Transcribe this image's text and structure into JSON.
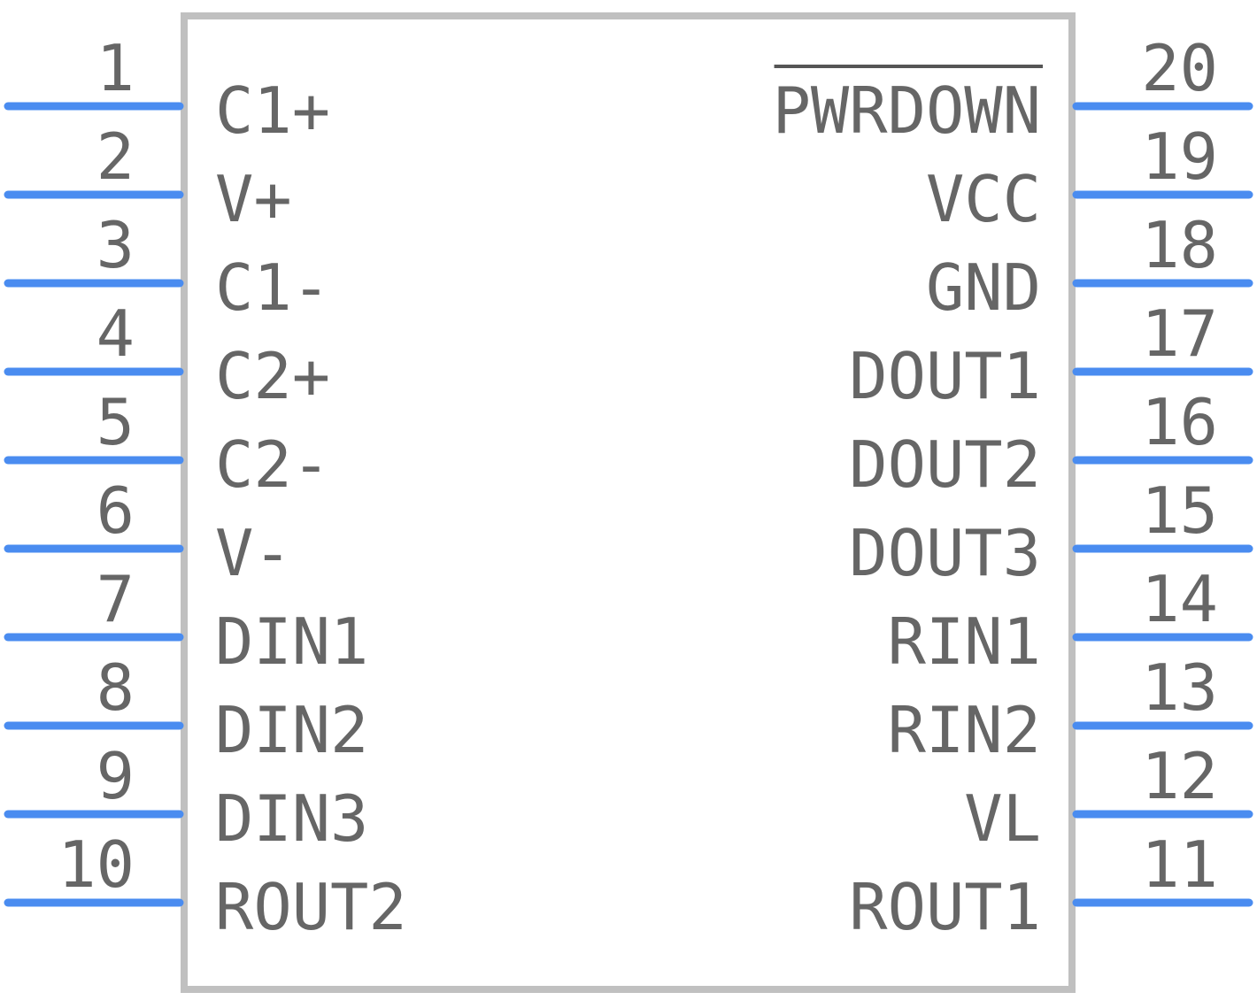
{
  "component": {
    "left_pins": [
      {
        "number": "1",
        "name": "C1+"
      },
      {
        "number": "2",
        "name": "V+"
      },
      {
        "number": "3",
        "name": "C1-"
      },
      {
        "number": "4",
        "name": "C2+"
      },
      {
        "number": "5",
        "name": "C2-"
      },
      {
        "number": "6",
        "name": "V-"
      },
      {
        "number": "7",
        "name": "DIN1"
      },
      {
        "number": "8",
        "name": "DIN2"
      },
      {
        "number": "9",
        "name": "DIN3"
      },
      {
        "number": "10",
        "name": "ROUT2"
      }
    ],
    "right_pins": [
      {
        "number": "20",
        "name": "PWRDOWN",
        "overbar": true
      },
      {
        "number": "19",
        "name": "VCC"
      },
      {
        "number": "18",
        "name": "GND"
      },
      {
        "number": "17",
        "name": "DOUT1"
      },
      {
        "number": "16",
        "name": "DOUT2"
      },
      {
        "number": "15",
        "name": "DOUT3"
      },
      {
        "number": "14",
        "name": "RIN1"
      },
      {
        "number": "13",
        "name": "RIN2"
      },
      {
        "number": "12",
        "name": "VL"
      },
      {
        "number": "11",
        "name": "ROUT1"
      }
    ]
  },
  "colors": {
    "pin": "#4a8cf0",
    "body_outline": "#c0c0c0",
    "text": "#666666"
  }
}
